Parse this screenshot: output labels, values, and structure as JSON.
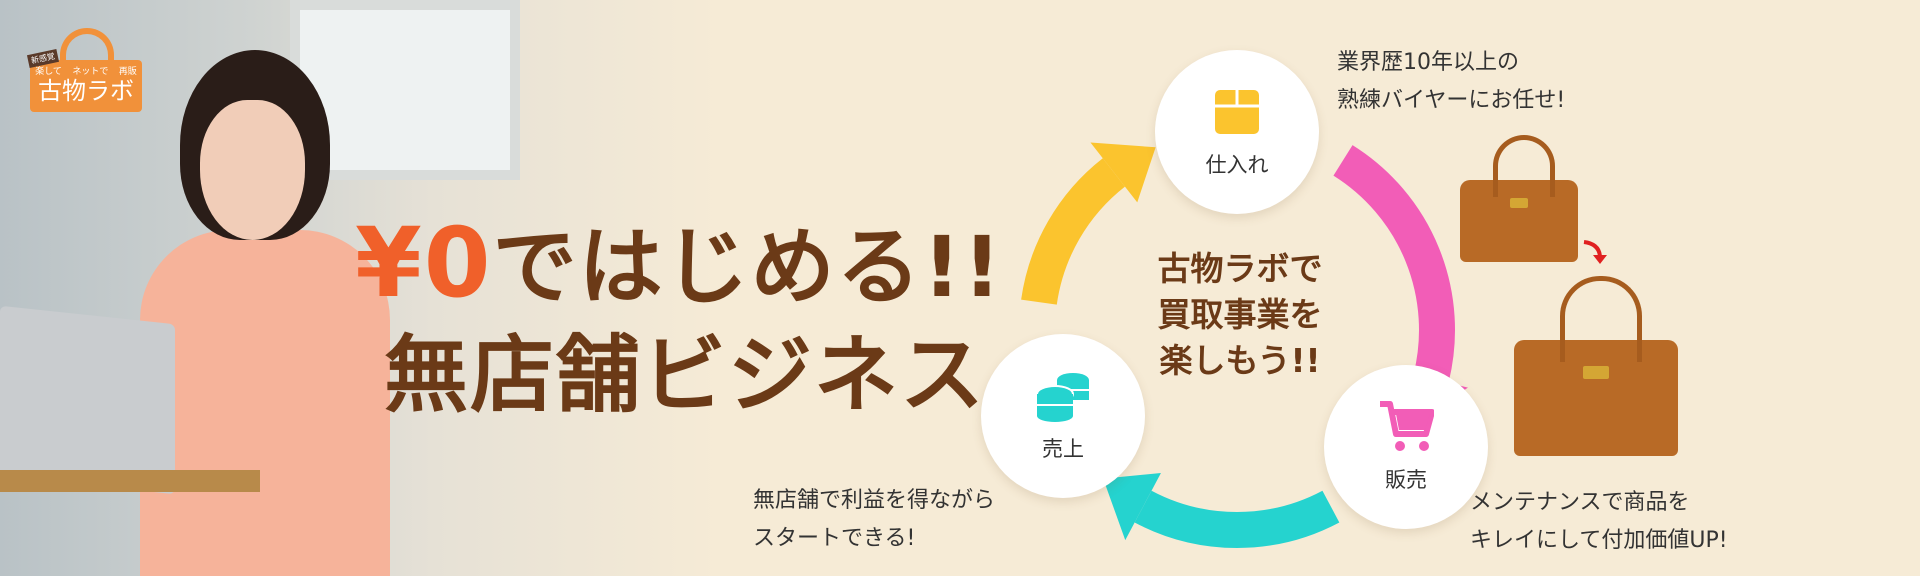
{
  "logo": {
    "tag": "新感覚",
    "sub": [
      "楽して",
      "ネットで",
      "再販"
    ],
    "name": "古物ラボ"
  },
  "headline": {
    "yen": "¥0",
    "line1_rest": "ではじめる!!",
    "line2": "無店舗ビジネス"
  },
  "cycle": {
    "center_lines": [
      "古物ラボで",
      "買取事業を",
      "楽しもう!!"
    ],
    "nodes": [
      {
        "label": "仕入れ",
        "icon": "box-icon",
        "color": "#fbc42e"
      },
      {
        "label": "販売",
        "icon": "cart-icon",
        "color": "#f25db7"
      },
      {
        "label": "売上",
        "icon": "coins-icon",
        "color": "#25d3cf"
      }
    ],
    "arrow_colors": {
      "yellow": "#fbc42e",
      "pink": "#f25db7",
      "cyan": "#25d3cf"
    }
  },
  "notes": {
    "top_right": [
      "業界歴10年以上の",
      "熟練バイヤーにお任せ!"
    ],
    "bottom_left": [
      "無店舗で利益を得ながら",
      "スタートできる!"
    ],
    "bottom_right": [
      "メンテナンスで商品を",
      "キレイにして付加価値UP!"
    ]
  },
  "colors": {
    "background": "#f6ebd6",
    "brown": "#6b3a17",
    "accent": "#f0602a"
  }
}
